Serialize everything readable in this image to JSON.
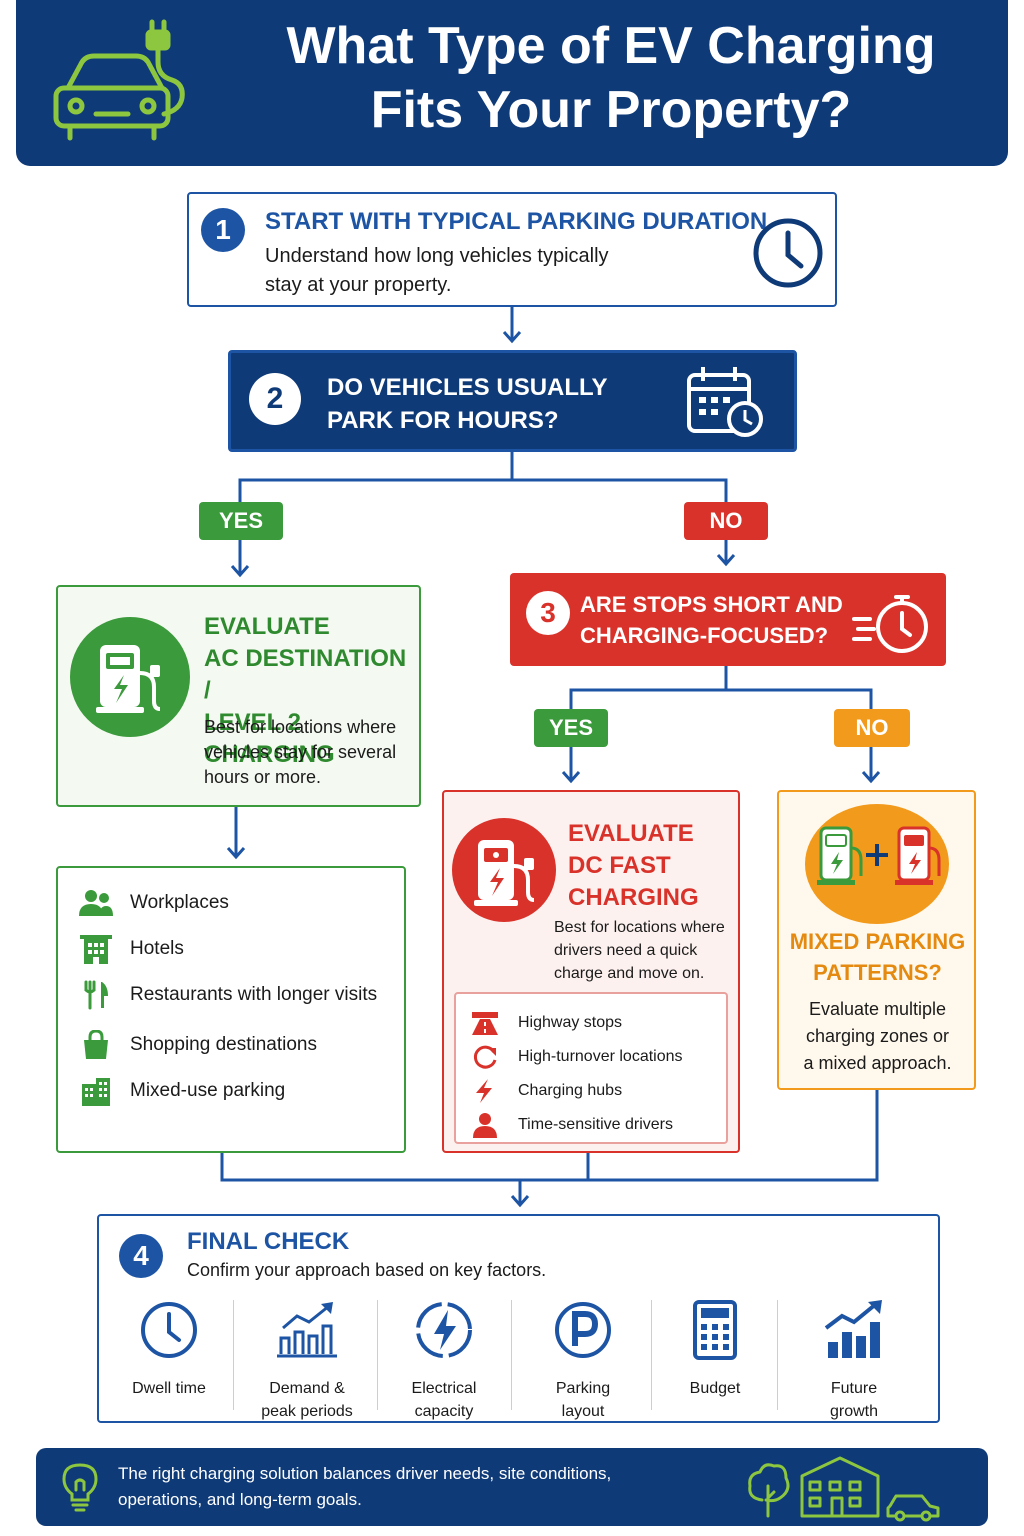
{
  "header": {
    "title": "What Type of EV Charging\nFits Your Property?",
    "icon": "ev-car-plug-icon"
  },
  "step1": {
    "number": "1",
    "title": "START WITH TYPICAL PARKING DURATION",
    "description": "Understand how long vehicles typically\nstay at your property.",
    "icon": "clock-icon"
  },
  "step2": {
    "number": "2",
    "title": "DO VEHICLES USUALLY\nPARK FOR HOURS?",
    "icon": "calendar-clock-icon"
  },
  "branch1": {
    "yes": "YES",
    "no": "NO"
  },
  "ac": {
    "title": "EVALUATE\nAC DESTINATION /\nLEVEL 2 CHARGING",
    "description": "Best for locations where vehicles stay for several hours or more.",
    "icon": "ev-charger-icon"
  },
  "ac_list": [
    {
      "label": "Workplaces",
      "icon": "people-icon"
    },
    {
      "label": "Hotels",
      "icon": "hotel-icon"
    },
    {
      "label": "Restaurants with longer visits",
      "icon": "fork-knife-icon"
    },
    {
      "label": "Shopping destinations",
      "icon": "shopping-bag-icon"
    },
    {
      "label": "Mixed-use parking",
      "icon": "building-icon"
    }
  ],
  "step3": {
    "number": "3",
    "title": "ARE STOPS SHORT AND\nCHARGING-FOCUSED?",
    "icon": "stopwatch-icon"
  },
  "branch2": {
    "yes": "YES",
    "no": "NO"
  },
  "dc": {
    "title": "EVALUATE\nDC FAST\nCHARGING",
    "description": "Best for locations where drivers need a quick charge and move on.",
    "icon": "fast-charger-icon"
  },
  "dc_list": [
    {
      "label": "Highway stops",
      "icon": "highway-icon"
    },
    {
      "label": "High-turnover locations",
      "icon": "refresh-icon"
    },
    {
      "label": "Charging hubs",
      "icon": "lightning-icon"
    },
    {
      "label": "Time-sensitive drivers",
      "icon": "person-icon"
    }
  ],
  "mixed": {
    "title": "MIXED PARKING\nPATTERNS?",
    "description": "Evaluate multiple\ncharging zones or\na mixed approach.",
    "icon": "two-chargers-icon"
  },
  "step4": {
    "number": "4",
    "title": "FINAL CHECK",
    "subtitle": "Confirm your approach based on key factors.",
    "factors": [
      {
        "label": "Dwell time",
        "icon": "clock-icon"
      },
      {
        "label": "Demand &\npeak periods",
        "icon": "trend-chart-icon"
      },
      {
        "label": "Electrical\ncapacity",
        "icon": "bolt-circle-icon"
      },
      {
        "label": "Parking\nlayout",
        "icon": "parking-icon"
      },
      {
        "label": "Budget",
        "icon": "calculator-icon"
      },
      {
        "label": "Future\ngrowth",
        "icon": "growth-chart-icon"
      }
    ]
  },
  "footer": {
    "text": "The right charging solution balances driver needs, site conditions,\noperations, and long-term goals.",
    "icon": "lightbulb-icon"
  },
  "colors": {
    "navy": "#0f3a78",
    "blue": "#1d54a4",
    "green": "#3b9a3b",
    "red": "#d8322a",
    "orange": "#f29a1c",
    "lime": "#8dc63f"
  }
}
